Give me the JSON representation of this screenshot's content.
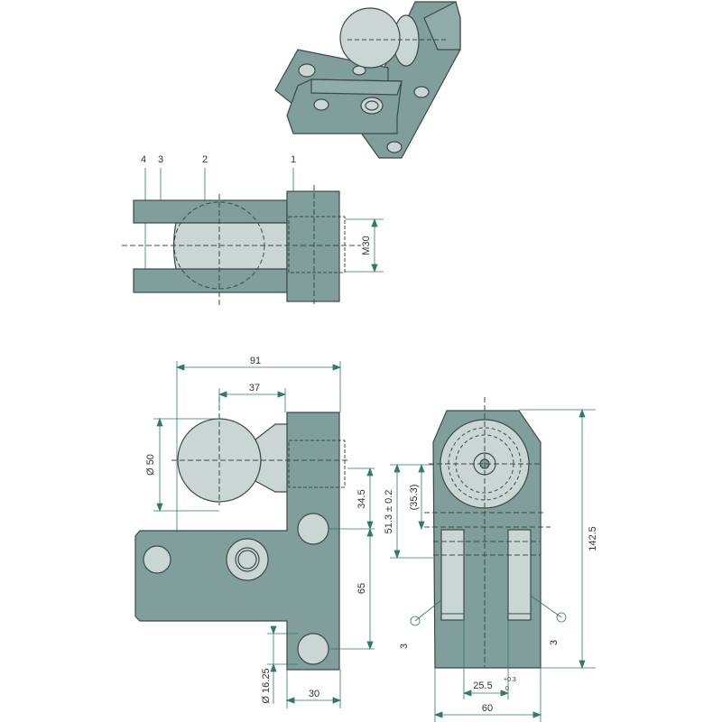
{
  "drawing": {
    "subject": "Ball coupling bracket technical drawing",
    "colors": {
      "plate": "#7f9e9c",
      "plate_edge": "#3c4a4a",
      "ball": "#c9d6d4",
      "dimension_line": "#2f7a6a",
      "background": "#ffffff"
    }
  },
  "side_view": {
    "part_labels": [
      "4",
      "3",
      "2",
      "1"
    ],
    "thread_label": "M30"
  },
  "front_view": {
    "dims": {
      "overall_length": "91",
      "ball_offset": "37",
      "ball_diameter": "Ø 50",
      "ball_axis_to_hole": "34.5",
      "hole_spacing": "65",
      "hole_diameter": "Ø 16.25",
      "plate_width": "30"
    }
  },
  "end_view": {
    "dims": {
      "height": "142.5",
      "center_to_slot": "51.3 ± 0.2",
      "center_ref": "(35.3)",
      "slot_gap": "25.5",
      "slot_gap_tol_upper": "+0.3",
      "slot_gap_tol_lower": "0",
      "width": "60",
      "weld_left": "3",
      "weld_right": "3"
    }
  }
}
